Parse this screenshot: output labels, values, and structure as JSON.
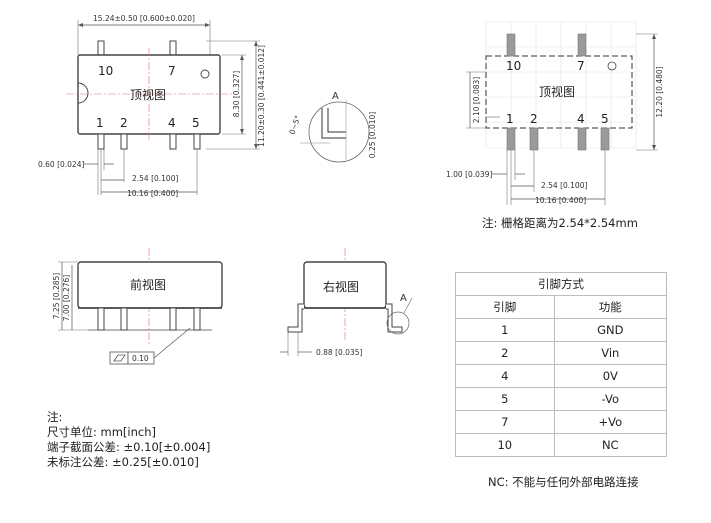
{
  "top_view": {
    "title": "顶视图",
    "pin_labels": [
      "10",
      "7",
      "1",
      "2",
      "4",
      "5"
    ],
    "dim_width": "15.24±0.50 [0.600±0.020]",
    "dim_height_inner": "8.30 [0.327]",
    "dim_height_outer": "11.20±0.30 [0.441±0.012]",
    "dim_pin_width": "0.60 [0.024]",
    "dim_pitch": "2.54 [0.100]",
    "dim_span": "10.16 [0.400]"
  },
  "detail_a": {
    "label": "A",
    "angle": "0~5°",
    "dim_thickness": "0.25 [0.010]"
  },
  "footprint": {
    "title": "顶视图",
    "pin_labels": [
      "10",
      "7",
      "1",
      "2",
      "4",
      "5"
    ],
    "dim_height": "12.20 [0.480]",
    "dim_offset": "2.10 [0.083]",
    "dim_pad": "1.00 [0.039]",
    "dim_pitch": "2.54 [0.100]",
    "dim_span": "10.16 [0.400]",
    "note": "注: 栅格距离为2.54*2.54mm"
  },
  "front_view": {
    "title": "前视图",
    "dim_height_outer": "7.25 [0.285]",
    "dim_height_inner": "7.00 [0.276]",
    "flatness": "0.10"
  },
  "right_view": {
    "title": "右视图",
    "detail_label": "A",
    "dim_lead": "0.88 [0.035]"
  },
  "notes": {
    "heading": "注:",
    "unit": "尺寸单位: mm[inch]",
    "pin_tolerance": "端子截面公差: ±0.10[±0.004]",
    "general_tolerance": "未标注公差: ±0.25[±0.010]"
  },
  "pin_table": {
    "caption": "引脚方式",
    "col_pin": "引脚",
    "col_function": "功能",
    "rows": [
      {
        "pin": "1",
        "function": "GND"
      },
      {
        "pin": "2",
        "function": "Vin"
      },
      {
        "pin": "4",
        "function": "0V"
      },
      {
        "pin": "5",
        "function": "-Vo"
      },
      {
        "pin": "7",
        "function": "+Vo"
      },
      {
        "pin": "10",
        "function": "NC"
      }
    ],
    "footnote": "NC: 不能与任何外部电路连接"
  }
}
